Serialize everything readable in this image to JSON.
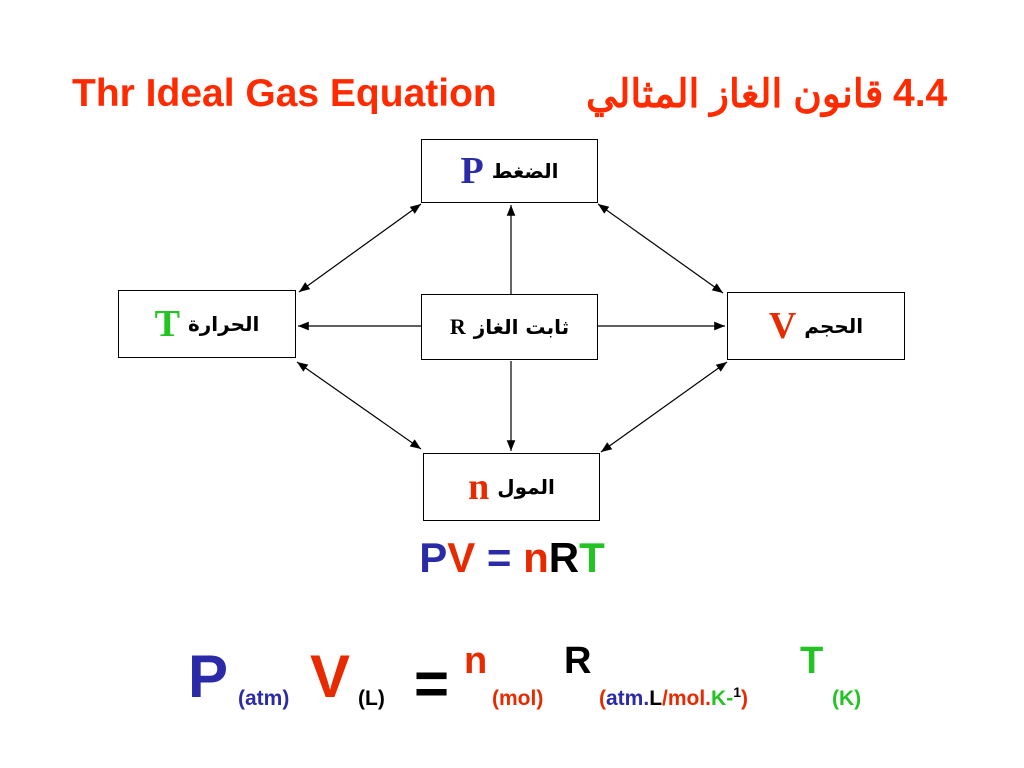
{
  "title": {
    "english": "Thr Ideal Gas Equation",
    "arabic": "قانون الغاز المثالي",
    "number": "4.4"
  },
  "diagram": {
    "pressure": {
      "symbol": "P",
      "label": "الضغط"
    },
    "temperature": {
      "symbol": "T",
      "label": "الحرارة"
    },
    "gas_constant": {
      "symbol": "R",
      "label": "ثابت الغاز"
    },
    "volume": {
      "symbol": "V",
      "label": "الحجم"
    },
    "moles": {
      "symbol": "n",
      "label": "المول"
    }
  },
  "equation": {
    "P": "P",
    "V": "V",
    "eq": " = ",
    "n": "n",
    "R": "R",
    "T": "T"
  },
  "units_equation": {
    "P": "P",
    "P_unit": "(atm)",
    "V": "V",
    "V_unit": "(L)",
    "eq": "=",
    "n": "n",
    "n_unit": "(mol)",
    "R": "R",
    "R_open": "(",
    "R_atm": "atm.",
    "R_L": "L",
    "R_mol": "/mol.",
    "R_K": "K-",
    "R_exp": "1",
    "R_close": ")",
    "T": "T",
    "T_unit": "(K)"
  },
  "colors": {
    "title": "#ff2a00",
    "pressure": "#2b2ba8",
    "temperature": "#22c322",
    "volume": "#e82a00",
    "moles": "#e82a00",
    "gas_constant": "#000000",
    "arrows": "#000000"
  }
}
